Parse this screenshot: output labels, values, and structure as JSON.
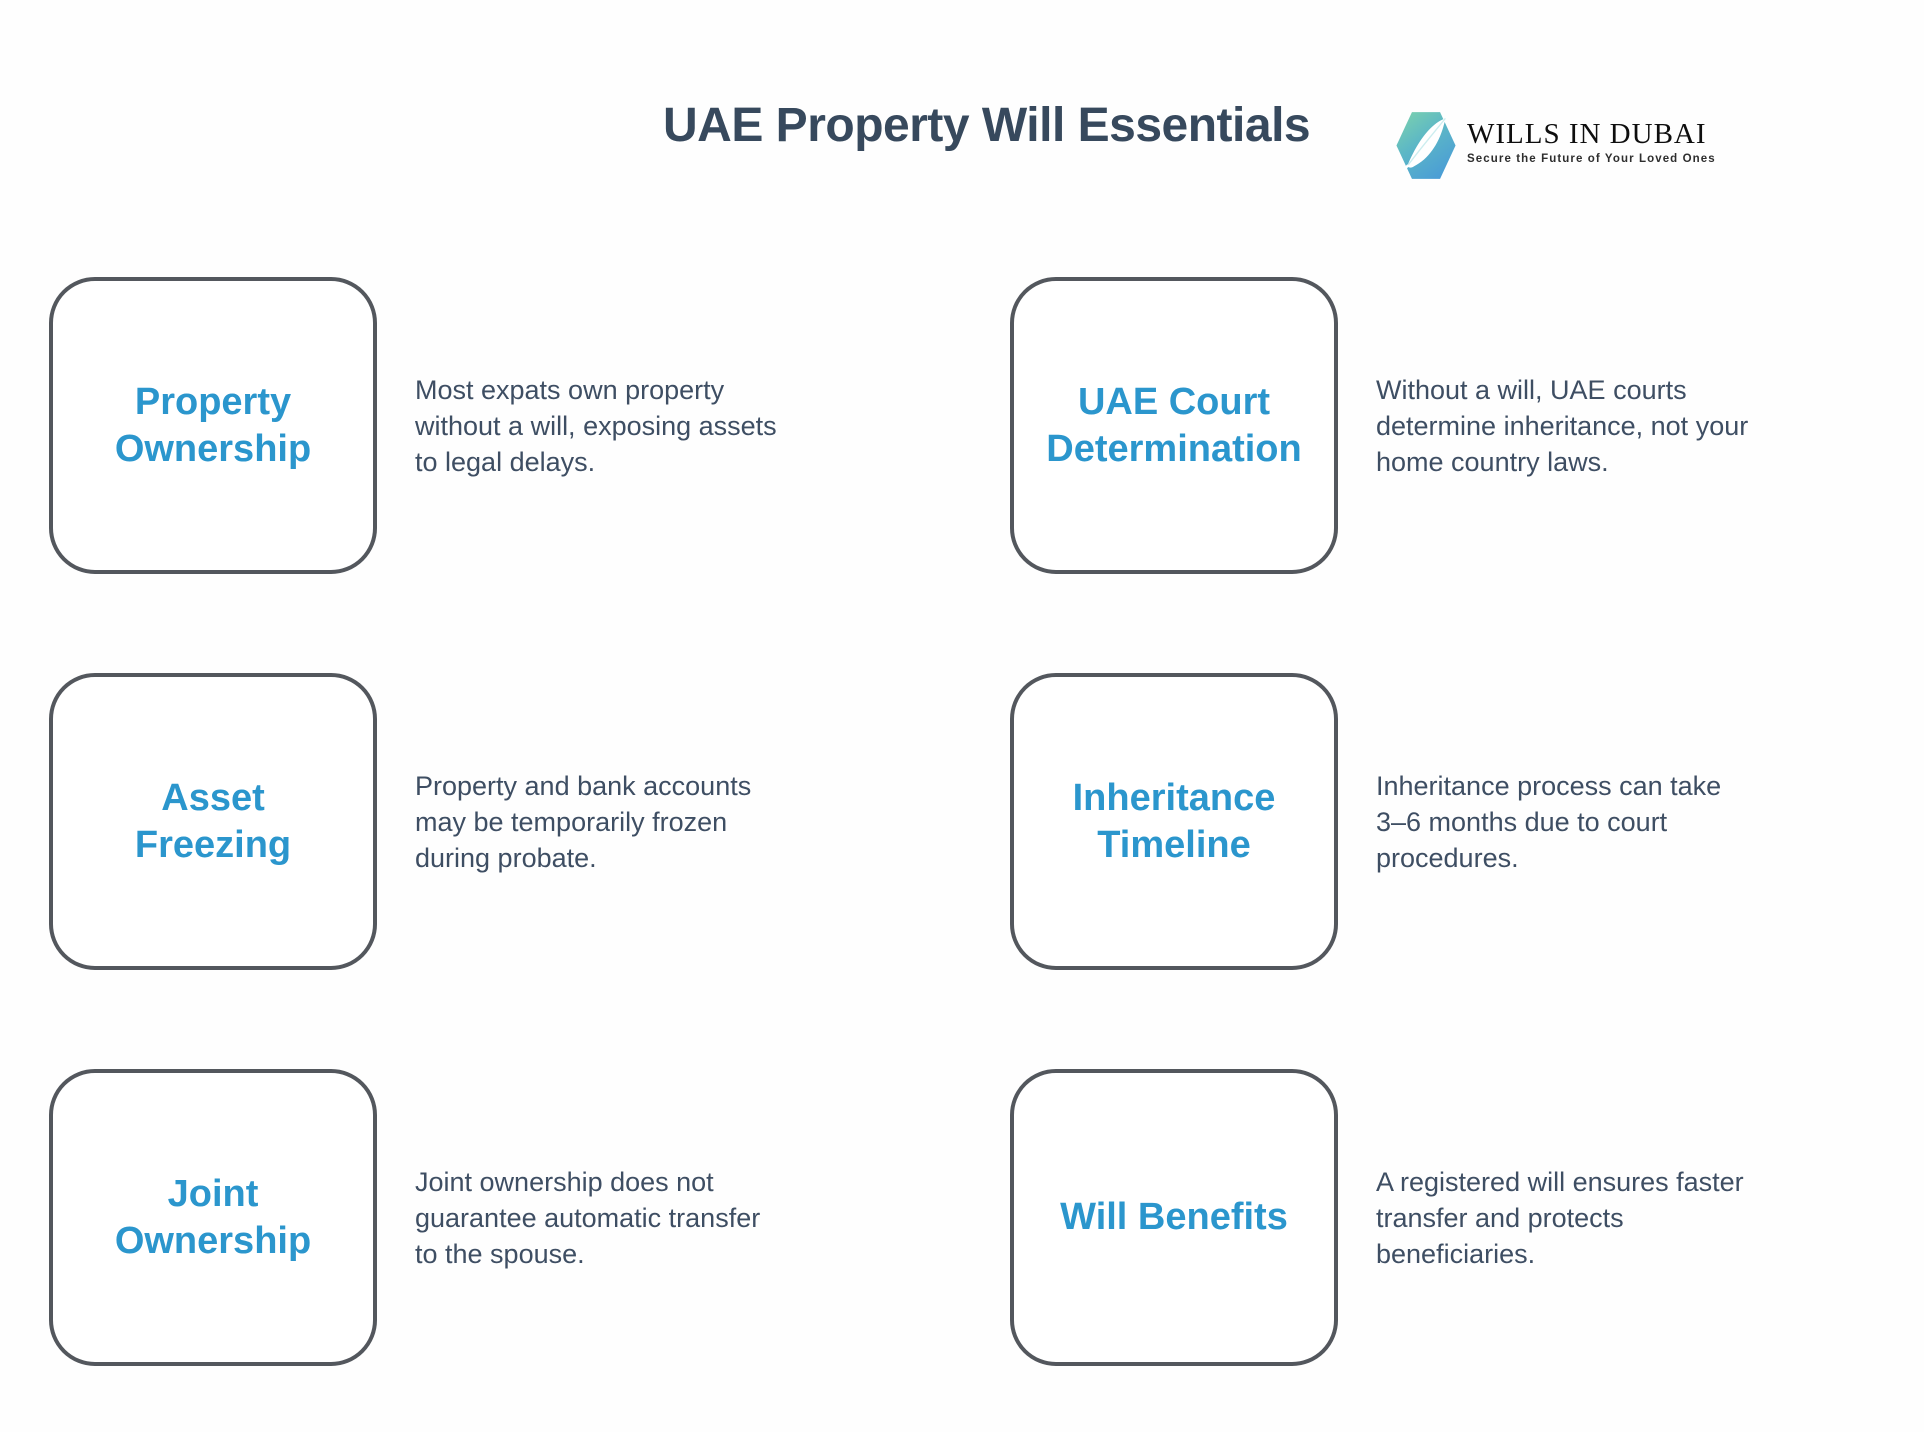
{
  "page": {
    "title": "UAE Property Will Essentials",
    "background_color": "#fefefe"
  },
  "logo": {
    "name": "WILLS IN DUBAI",
    "tagline": "Secure the Future of Your Loved Ones",
    "icon": "feather-hexagon-icon",
    "icon_gradient_top": "#7bd1ae",
    "icon_gradient_bottom": "#4a9cd6"
  },
  "colors": {
    "accent_blue": "#2b96cd",
    "heading_dark": "#37495d",
    "body_text": "#3e4e63",
    "card_border": "#53575d"
  },
  "cards": [
    {
      "title": "Property\nOwnership",
      "description": "Most expats own property\nwithout a will, exposing assets\nto legal delays."
    },
    {
      "title": "UAE Court\nDetermination",
      "description": "Without a will, UAE courts\ndetermine inheritance, not your\nhome country laws."
    },
    {
      "title": "Asset\nFreezing",
      "description": "Property and bank accounts\nmay be temporarily frozen\nduring probate."
    },
    {
      "title": "Inheritance\nTimeline",
      "description": "Inheritance process can take\n3–6 months due to court\nprocedures."
    },
    {
      "title": "Joint\nOwnership",
      "description": "Joint ownership does not\nguarantee automatic transfer\nto the spouse."
    },
    {
      "title": "Will Benefits",
      "description": "A registered will ensures faster\ntransfer and protects\nbeneficiaries."
    }
  ]
}
